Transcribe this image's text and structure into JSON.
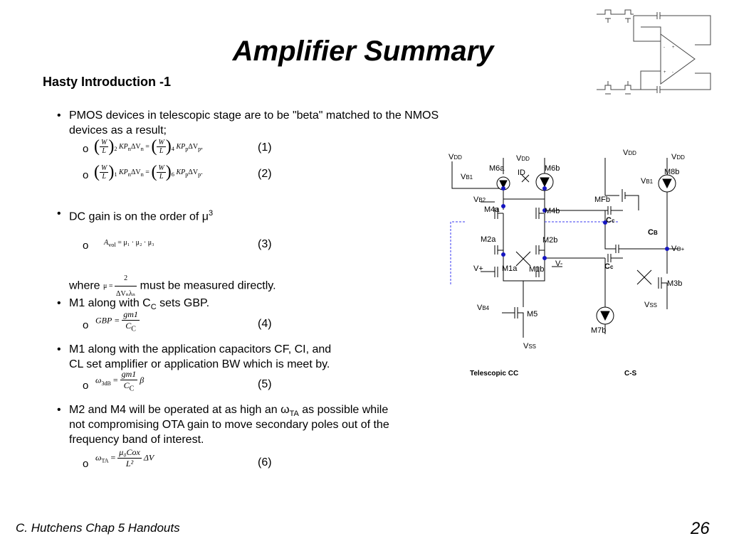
{
  "slide": {
    "title": "Amplifier Summary",
    "subtitle": "Hasty Introduction -1",
    "footer_left": "C. Hutchens Chap 5 Handouts",
    "page_number": "26"
  },
  "bullets": [
    {
      "text": "PMOS devices in telescopic stage are to be \"beta\" matched to the NMOS devices as a result;"
    },
    {
      "text": "DC gain is on the order of μ³"
    },
    {
      "text": "M1 along with Cᴄ sets GBP."
    },
    {
      "text": "M1 along with the application capacitors CF, CI, and CL set amplifier or application BW which is meet by."
    },
    {
      "text": "M2 and M4 will be operated at as high an ωTA as possible while not compromising OTA gain to move secondary poles out of the frequency band of interest."
    }
  ],
  "bullet_lines": {
    "b1_l1": "PMOS devices in telescopic stage are to be \"beta\" matched to the NMOS",
    "b1_l2": "devices as a result;",
    "b2": "DC gain is on the order of μ",
    "b2_sup": "3",
    "b3_pre": "M1 along with C",
    "b3_sub": "C",
    "b3_post": " sets GBP.",
    "b4_l1": "M1 along with the application capacitors CF, CI, and",
    "b4_l2": "CL set amplifier or application BW which is meet by.",
    "b5_l1_pre": "M2 and M4 will be operated at as high an ω",
    "b5_l1_sub": "TA",
    "b5_l1_post": " as possible while",
    "b5_l2": "not compromising OTA gain to move secondary poles out of the",
    "b5_l3": "frequency band of interest.",
    "where_pre": "where",
    "where_post": "must be measured directly."
  },
  "equations": [
    {
      "number": "(1)"
    },
    {
      "number": "(2)"
    },
    {
      "number": "(3)"
    },
    {
      "number": "(4)"
    },
    {
      "number": "(5)"
    },
    {
      "number": "(6)"
    }
  ],
  "formula_text": {
    "W": "W",
    "L": "L",
    "sub2": "2",
    "sub4": "4",
    "sub1": "1",
    "sub6": "6",
    "kpn": "KP",
    "kpn_sub": "n",
    "dvn": "ΔV",
    "dvn_sub": "n",
    "eq": "=",
    "kpp": "KP",
    "kpp_sub": "p",
    "dvp": "ΔV",
    "dvp_sub": "p",
    "comma": ",",
    "period": ".",
    "avol": "A",
    "avol_sub": "vol",
    "mu_prod": "= μ₁ · μ₂ · μ₃",
    "mu_def_lhs": "μ =",
    "mu_num": "2",
    "mu_den": "ΔVₙλₙ",
    "gbp_lhs": "GBP =",
    "gm1": "gm1",
    "cc": "C",
    "cc_sub": "C",
    "w3db_lhs": "ω",
    "w3db_sub": "3dB",
    "w3db_eq": "=",
    "beta": "β",
    "wta_lhs": "ω",
    "wta_sub": "TA",
    "wta_eq": "=",
    "mu0cox": "μ₀Cox",
    "l2": "L²",
    "dv": "ΔV"
  },
  "schematic": {
    "labels": {
      "vdd1": "V",
      "vdd1_sub": "DD",
      "vdd2": "V",
      "vdd2_sub": "DD",
      "vdd3": "V",
      "vdd3_sub": "DD",
      "vdd4": "V",
      "vdd4_sub": "DD",
      "vb1": "V",
      "vb1_sub": "B1",
      "vb1b": "V",
      "vb1b_sub": "B1",
      "vb2": "V",
      "vb2_sub": "B2",
      "vb4": "V",
      "vb4_sub": "B4",
      "m6a": "M6a",
      "id": "ID",
      "m6b": "M6b",
      "m8b": "M8b",
      "m4a": "M4a",
      "m4b": "M4b",
      "mfb": "MFb",
      "cc1": "C",
      "cc1_sub": "c",
      "cb": "C",
      "cb_sub": "B",
      "m2a": "M2a",
      "m2b": "M2b",
      "vo": "V",
      "vo_sub": "O+",
      "vplus": "V+",
      "m1a": "M1a",
      "m1b": "M1b",
      "vminus": "V-",
      "cc2": "C",
      "cc2_sub": "c",
      "m3b": "M3b",
      "vss1": "V",
      "vss1_sub": "SS",
      "m5": "M5",
      "m7b": "M7b",
      "vss2": "V",
      "vss2_sub": "SS"
    },
    "caption_left": "Telescopic CC",
    "caption_right": "C-S"
  }
}
